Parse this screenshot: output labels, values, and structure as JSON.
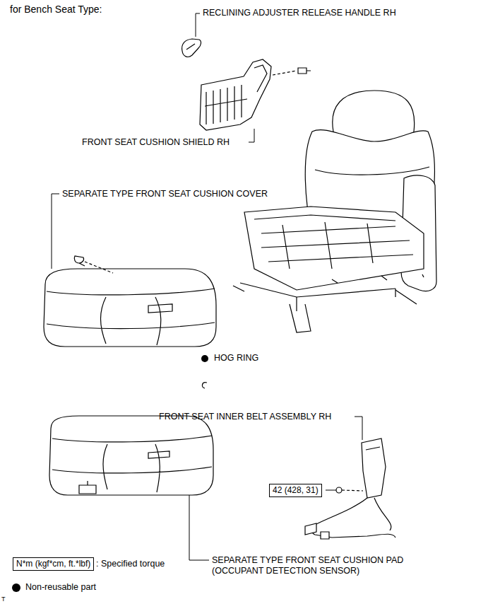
{
  "diagram": {
    "title": "for Bench Seat Type:",
    "nodes": [
      {
        "text": [
          "42 (428, 31)"
        ]
      },
      {
        "text": [
          "N*m (kgf*cm, ft.*lbf)"
        ]
      }
    ],
    "labels": [
      "RECLINING ADJUSTER RELEASE HANDLE RH",
      "FRONT SEAT CUSHION SHIELD RH",
      "SEPARATE TYPE FRONT SEAT CUSHION COVER",
      "HOG RING",
      "FRONT SEAT INNER BELT ASSEMBLY RH",
      "SEPARATE TYPE FRONT SEAT CUSHION PAD (OCCUPANT DETECTION SENSOR)",
      "T"
    ],
    "legend": [
      {
        "text": ": Specified torque"
      },
      {
        "text": "Non-reusable part"
      }
    ]
  }
}
